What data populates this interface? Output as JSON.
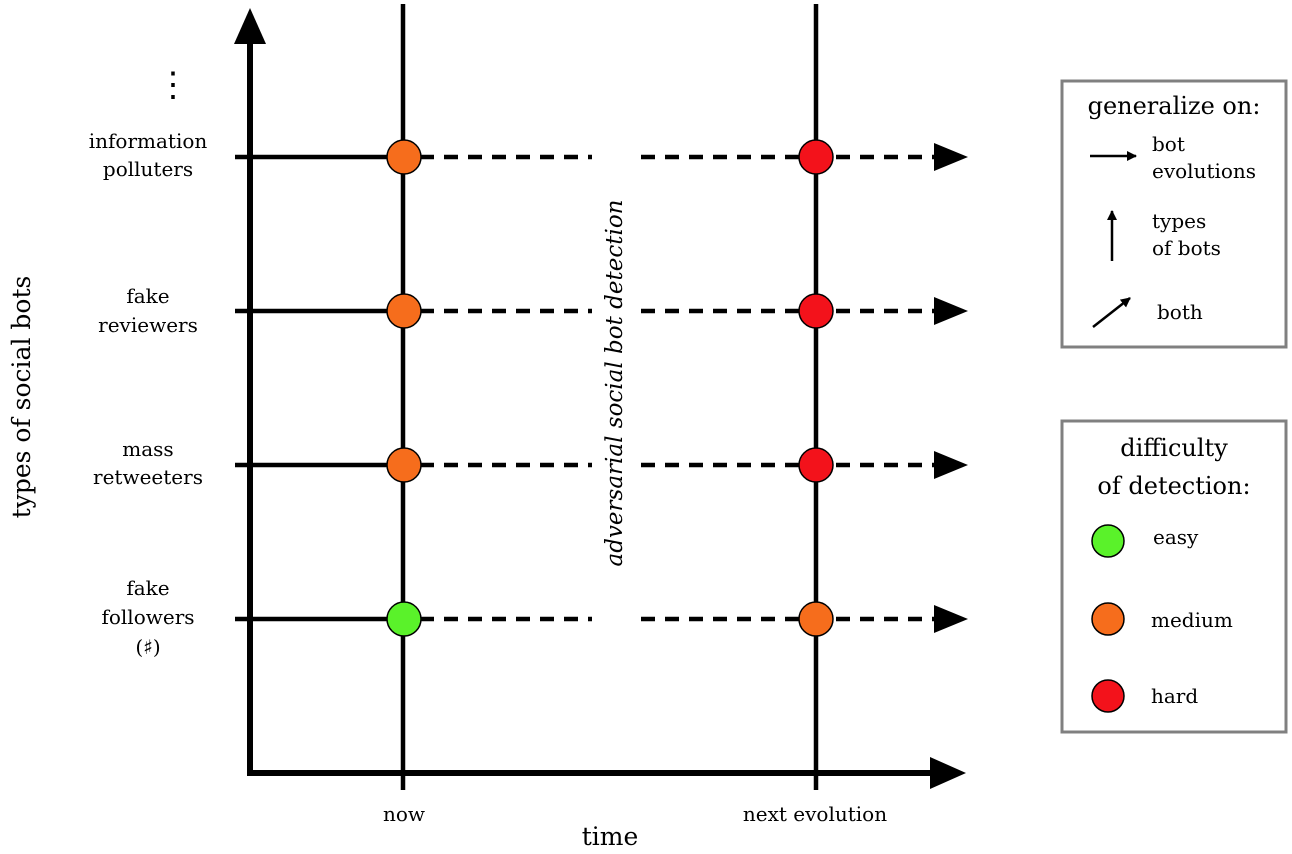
{
  "axes": {
    "y_title": "types of social bots",
    "x_title": "time",
    "ellipsis": "⋮",
    "x_ticks": [
      "now",
      "next evolution"
    ]
  },
  "rows": [
    {
      "lines": [
        "information",
        "polluters"
      ],
      "now": "medium",
      "next": "hard"
    },
    {
      "lines": [
        "fake",
        "reviewers"
      ],
      "now": "medium",
      "next": "hard"
    },
    {
      "lines": [
        "mass",
        "retweeters"
      ],
      "now": "medium",
      "next": "hard"
    },
    {
      "lines": [
        "fake",
        "followers",
        "(♯)"
      ],
      "now": "easy",
      "next": "medium"
    }
  ],
  "center_label": "adversarial social bot detection",
  "legend_generalize": {
    "title": "generalize on:",
    "items": [
      {
        "icon": "right-arrow-icon",
        "lines": [
          "bot",
          "evolutions"
        ]
      },
      {
        "icon": "up-arrow-icon",
        "lines": [
          "types",
          "of bots"
        ]
      },
      {
        "icon": "diagonal-arrow-icon",
        "lines": [
          "both"
        ]
      }
    ]
  },
  "legend_difficulty": {
    "title_lines": [
      "difficulty",
      "of detection:"
    ],
    "items": [
      {
        "key": "easy",
        "label": "easy"
      },
      {
        "key": "medium",
        "label": "medium"
      },
      {
        "key": "hard",
        "label": "hard"
      }
    ]
  },
  "colors": {
    "easy": "#5af22a",
    "medium": "#f66d1c",
    "hard": "#f3121b",
    "line": "#000000",
    "legend_border": "#808080"
  }
}
